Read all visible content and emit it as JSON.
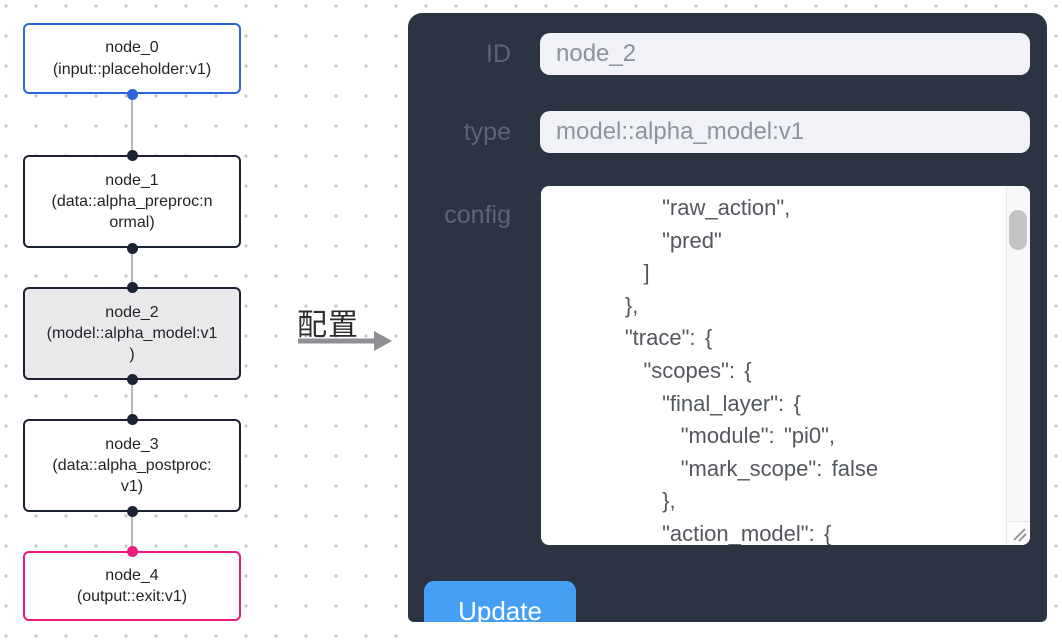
{
  "canvas": {
    "nodes": [
      {
        "title": "node_0",
        "subtitle": "(input::placeholder:v1)"
      },
      {
        "title": "node_1",
        "subtitle": "(data::alpha_preproc:n\normal)"
      },
      {
        "title": "node_2",
        "subtitle": "(model::alpha_model:v1\n)"
      },
      {
        "title": "node_3",
        "subtitle": "(data::alpha_postproc:\nv1)"
      },
      {
        "title": "node_4",
        "subtitle": "(output::exit:v1)"
      }
    ],
    "annotation_label": "配置"
  },
  "panel": {
    "fields": {
      "id": {
        "label": "ID",
        "value": "node_2"
      },
      "type": {
        "label": "type",
        "value": "model::alpha_model:v1"
      },
      "config": {
        "label": "config",
        "value": "          \"raw_action\",\n          \"pred\"\n        ]\n      },\n      \"trace\": {\n        \"scopes\": {\n          \"final_layer\": {\n            \"module\": \"pi0\",\n            \"mark_scope\": false\n          },\n          \"action_model\": {"
      }
    },
    "update_label": "Update"
  },
  "colors": {
    "panel_bg": "#2c3444",
    "accent_blue": "#459ff5",
    "node_input_border": "#2e66d9",
    "node_default_border": "#1d2233",
    "node_output_border": "#f0197c",
    "selected_node_bg": "#e9e9eb",
    "edge_gray": "#b3b6ba"
  }
}
